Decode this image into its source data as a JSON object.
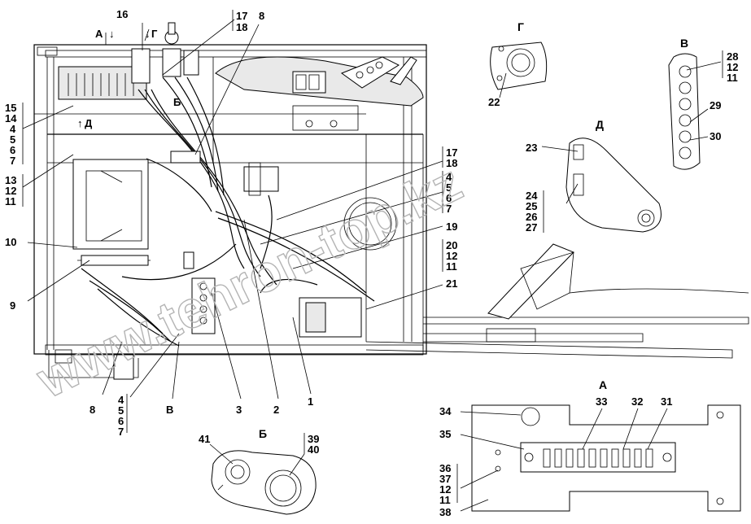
{
  "diagram": {
    "main_labels": {
      "l1": "1",
      "l2": "2",
      "l3": "3",
      "l8": "8",
      "l8b": "8",
      "l9": "9",
      "l10": "10",
      "l16": "16",
      "l19": "19",
      "l21": "21",
      "stack_left_top": [
        "15",
        "14",
        "4",
        "5",
        "6",
        "7"
      ],
      "stack_left_mid": [
        "13",
        "12",
        "11"
      ],
      "stack_top_center": [
        "17",
        "18"
      ],
      "stack_right_a": [
        "17",
        "18"
      ],
      "stack_right_b": [
        "4",
        "5",
        "6",
        "7"
      ],
      "stack_right_c": [
        "20",
        "12",
        "11"
      ],
      "stack_bottom_left": [
        "4",
        "5",
        "6",
        "7"
      ]
    },
    "view_markers": {
      "a_arrow": "А",
      "g_arrow": "Г",
      "b_mark": "Б",
      "d_arrow": "Д",
      "v_mark": "В"
    },
    "view_g": {
      "title": "Г",
      "labels": {
        "l22": "22"
      }
    },
    "view_v": {
      "title": "В",
      "labels": {
        "l29": "29",
        "l30": "30",
        "stack": [
          "28",
          "12",
          "11"
        ]
      }
    },
    "view_d": {
      "title": "Д",
      "labels": {
        "l23": "23",
        "stack": [
          "24",
          "25",
          "26",
          "27"
        ]
      }
    },
    "view_a": {
      "title": "А",
      "labels": {
        "l31": "31",
        "l32": "32",
        "l33": "33",
        "l34": "34",
        "l35": "35",
        "l38": "38",
        "stack": [
          "36",
          "37",
          "12",
          "11"
        ]
      }
    },
    "view_b": {
      "title": "Б",
      "labels": {
        "l41": "41",
        "stack": [
          "39",
          "40"
        ]
      }
    },
    "watermark": "www.tehron-top.kz"
  }
}
